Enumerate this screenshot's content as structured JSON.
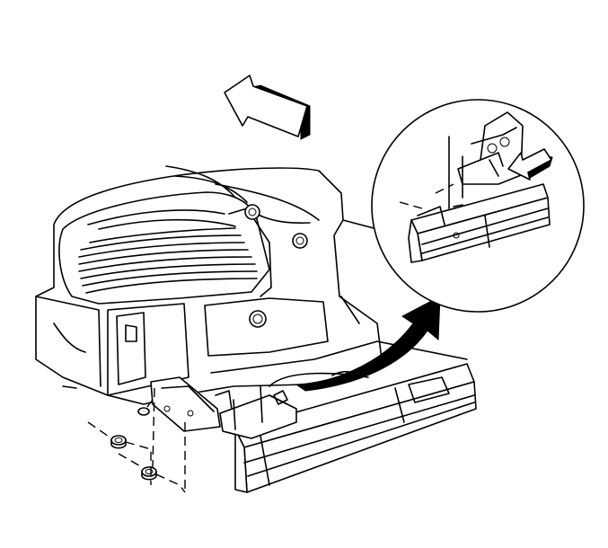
{
  "figure": {
    "kind": "exploded-parts-illustration",
    "line_color": "#000000",
    "background": "#ffffff",
    "parts": [
      {
        "name": "front-fascia-with-grille"
      },
      {
        "name": "grille-slats"
      },
      {
        "name": "energy-absorber-bar"
      },
      {
        "name": "retaining-nut"
      },
      {
        "name": "bracket"
      }
    ],
    "callouts": [
      {
        "name": "direction-arrow",
        "style": "outlined-3d"
      },
      {
        "name": "detail-view-arrow",
        "style": "solid-black-curved"
      },
      {
        "name": "detail-circle-arrow",
        "style": "outlined-3d"
      }
    ],
    "text_labels": []
  }
}
